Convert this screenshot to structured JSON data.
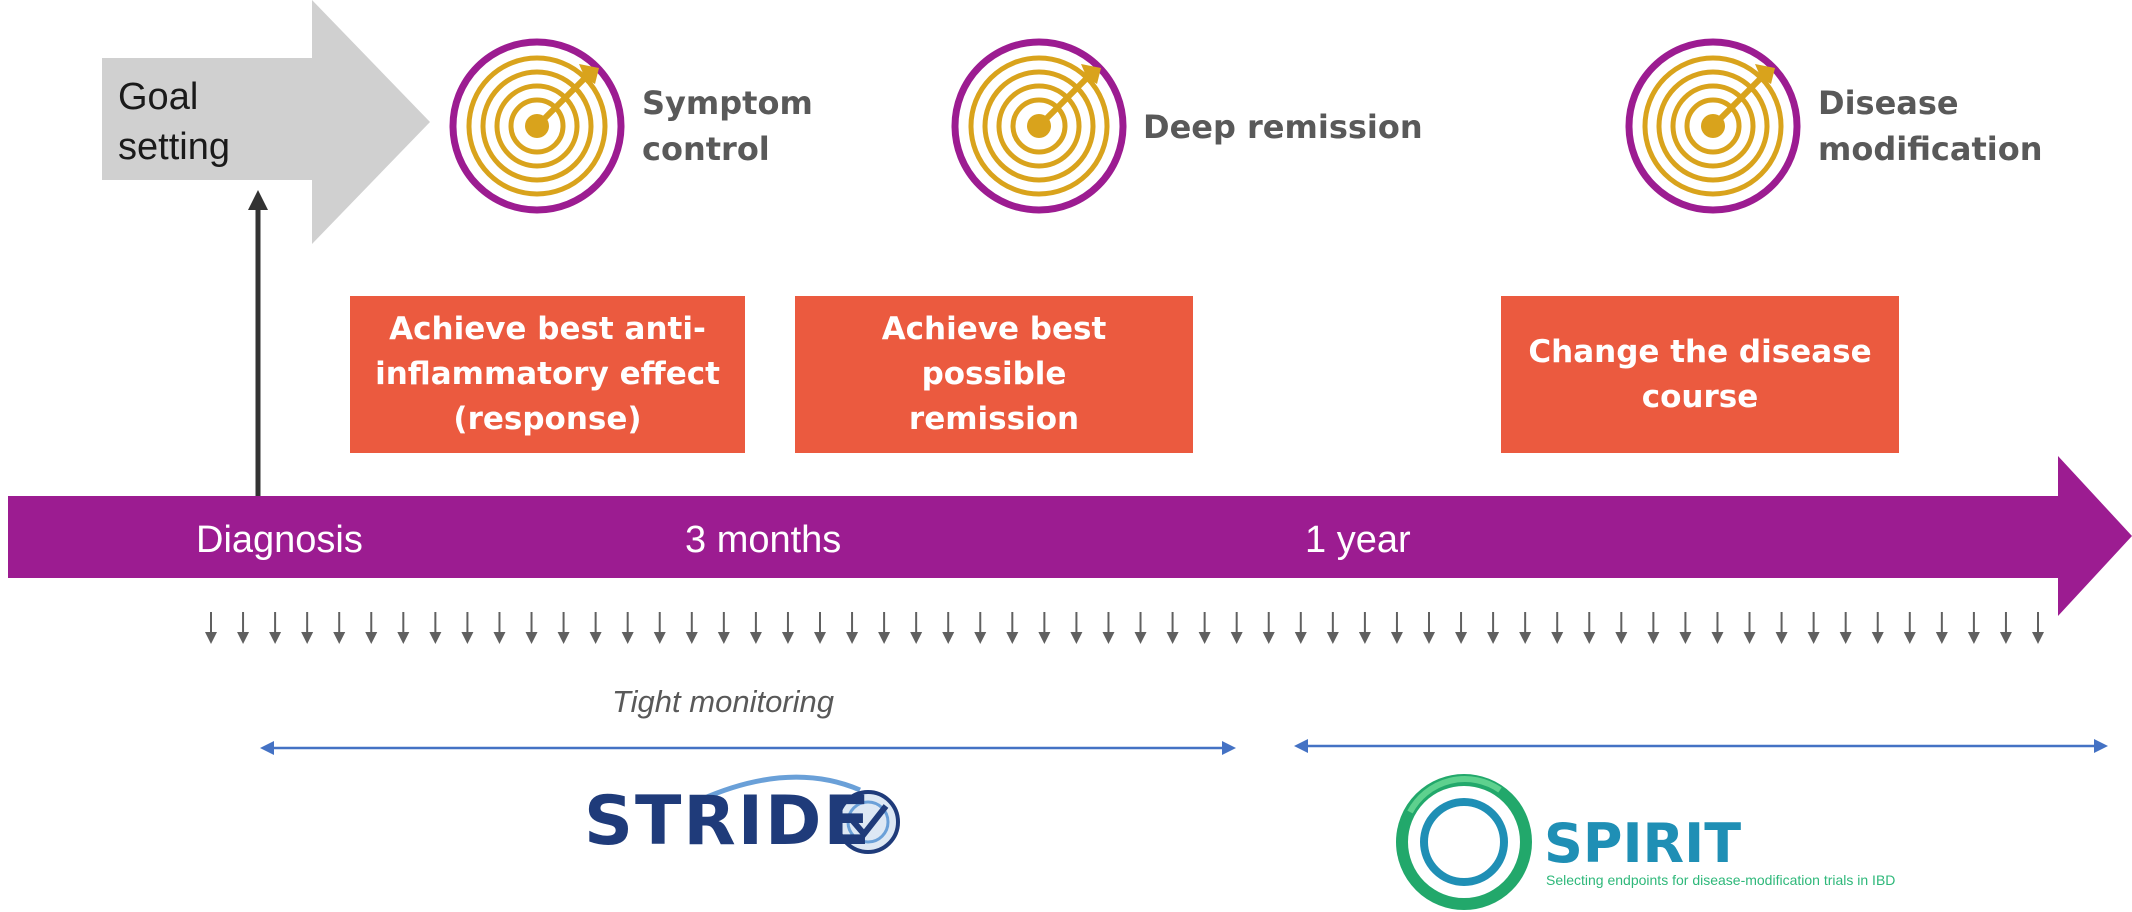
{
  "goal": {
    "label": "Goal\nsetting"
  },
  "targets": [
    {
      "label": "Symptom\ncontrol",
      "icon": "target-icon"
    },
    {
      "label": "Deep remission",
      "icon": "target-icon"
    },
    {
      "label": "Disease\nmodification",
      "icon": "target-icon"
    }
  ],
  "steps": [
    {
      "label": "Achieve best anti-\ninflammatory effect\n(response)"
    },
    {
      "label": "Achieve best possible\nremission"
    },
    {
      "label": "Change the disease\ncourse"
    }
  ],
  "timeline": {
    "milestones": [
      "Diagnosis",
      "3 months",
      "1 year"
    ]
  },
  "monitoring": {
    "label": "Tight monitoring"
  },
  "logos": {
    "stride": {
      "text": "STRIDE"
    },
    "spirit": {
      "text": "SPIRIT",
      "tagline": "Selecting endpoints for disease-modification trials in IBD"
    }
  },
  "colors": {
    "timeline": "#9c1c91",
    "step_box": "#eb5a3f",
    "target_ring": "#9c1c91",
    "target_gold": "#d9a31c",
    "goal_arrow": "#d0d0d0",
    "range_arrow": "#4472c4",
    "tick_arrow": "#606060"
  }
}
